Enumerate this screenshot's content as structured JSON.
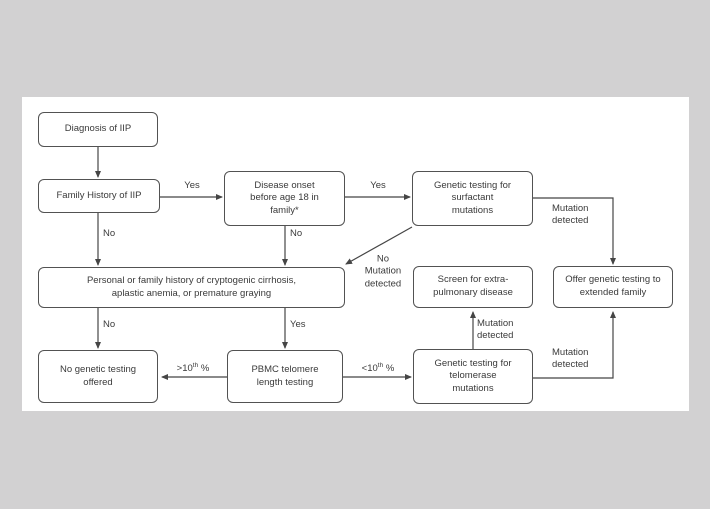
{
  "colors": {
    "page_background": "#d2d1d2",
    "panel_background": "#ffffff",
    "line": "#454545",
    "text": "#3a3a3a",
    "box_border": "#525252"
  },
  "flowchart": {
    "boxes": {
      "diagnosis": {
        "label": "Diagnosis of IIP"
      },
      "family_history": {
        "label": "Family History of IIP"
      },
      "disease_onset": {
        "label": "Disease onset\nbefore age 18 in\nfamily*"
      },
      "surfactant": {
        "label": "Genetic testing for\nsurfactant\nmutations"
      },
      "personal_history": {
        "label": "Personal or family history of cryptogenic cirrhosis,\naplastic anemia, or premature graying"
      },
      "screen_extrapulmonary": {
        "label": "Screen for extra-\npulmonary disease"
      },
      "offer_extended": {
        "label": "Offer genetic testing to\nextended family"
      },
      "no_testing": {
        "label": "No genetic testing\noffered"
      },
      "pbmc": {
        "label": "PBMC telomere\nlength testing"
      },
      "telomerase": {
        "label": "Genetic testing for\ntelomerase\nmutations"
      }
    },
    "edge_labels": {
      "yes_family_to_onset": "Yes",
      "no_family_down": "No",
      "yes_onset_to_surfactant": "Yes",
      "no_onset_down": "No",
      "no_mutation_detected": "No\nMutation\ndetected",
      "mutation_detected_surfactant": "Mutation\ndetected",
      "no_personal_down": "No",
      "yes_personal_down": "Yes",
      "gt_percentile": {
        "prefix": ">10",
        "sup": "th",
        "suffix": " %"
      },
      "lt_percentile": {
        "prefix": "<10",
        "sup": "th",
        "suffix": " %"
      },
      "mutation_detected_to_screen": "Mutation\ndetected",
      "mutation_detected_telomerase": "Mutation\ndetected"
    }
  }
}
